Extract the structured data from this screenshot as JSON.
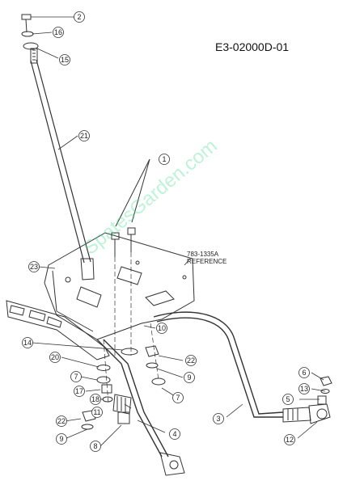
{
  "diagram": {
    "code": "E3-02000D-01",
    "reference_part": "783-1335A",
    "reference_word": "REFERENCE",
    "watermark": "SpatesGarden.com",
    "callouts": [
      "1",
      "2",
      "3",
      "4",
      "5",
      "6",
      "7",
      "7",
      "8",
      "9",
      "9",
      "10",
      "11",
      "12",
      "13",
      "14",
      "15",
      "16",
      "17",
      "18",
      "20",
      "21",
      "22",
      "22",
      "23"
    ]
  },
  "colors": {
    "line": "#333333",
    "watermark": "#46dc8c"
  }
}
